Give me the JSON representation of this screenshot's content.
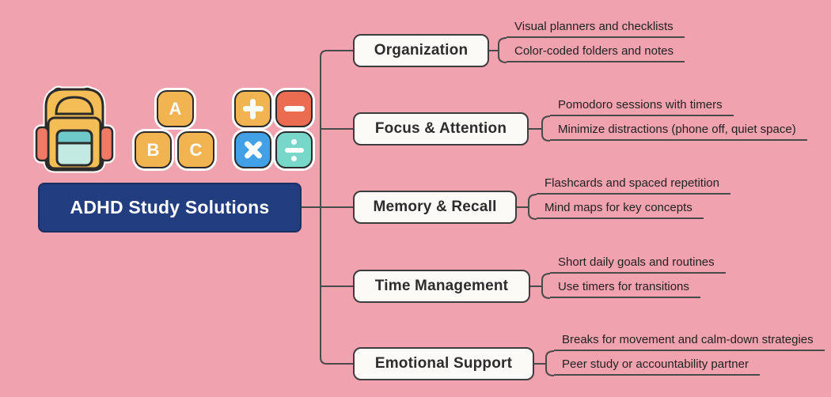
{
  "page": {
    "title": "ADHD Study Solutions mind map"
  },
  "root": {
    "label": "ADHD Study Solutions"
  },
  "branches": [
    {
      "label": "Organization",
      "children": [
        "Visual planners and checklists",
        "Color-coded folders and notes"
      ]
    },
    {
      "label": "Focus & Attention",
      "children": [
        "Pomodoro sessions with timers",
        "Minimize distractions (phone off, quiet space)"
      ]
    },
    {
      "label": "Memory & Recall",
      "children": [
        "Flashcards and spaced repetition",
        "Mind maps for key concepts"
      ]
    },
    {
      "label": "Time Management",
      "children": [
        "Short daily goals and routines",
        "Use timers for transitions"
      ]
    },
    {
      "label": "Emotional Support",
      "children": [
        "Breaks for movement and calm-down strategies",
        "Peer study or accountability partner"
      ]
    }
  ],
  "decorations": {
    "backpack_icon": "backpack",
    "letter_tiles": [
      "A",
      "B",
      "C"
    ],
    "math_tiles": [
      "plus",
      "minus",
      "multiply",
      "divide"
    ]
  },
  "colors": {
    "bg": "#f0a3ae",
    "line": "#4a4a4a",
    "root_bg": "#223d80",
    "root_text": "#ffffff",
    "node_bg": "#fbfaf7",
    "node_border": "#3d3d3d",
    "node_text": "#2c2c2c",
    "leaf_text": "#222222",
    "tile_yellow": "#f2b351",
    "tile_red": "#ec6c52",
    "tile_blue": "#41a0e6",
    "tile_teal": "#77d7c8"
  }
}
